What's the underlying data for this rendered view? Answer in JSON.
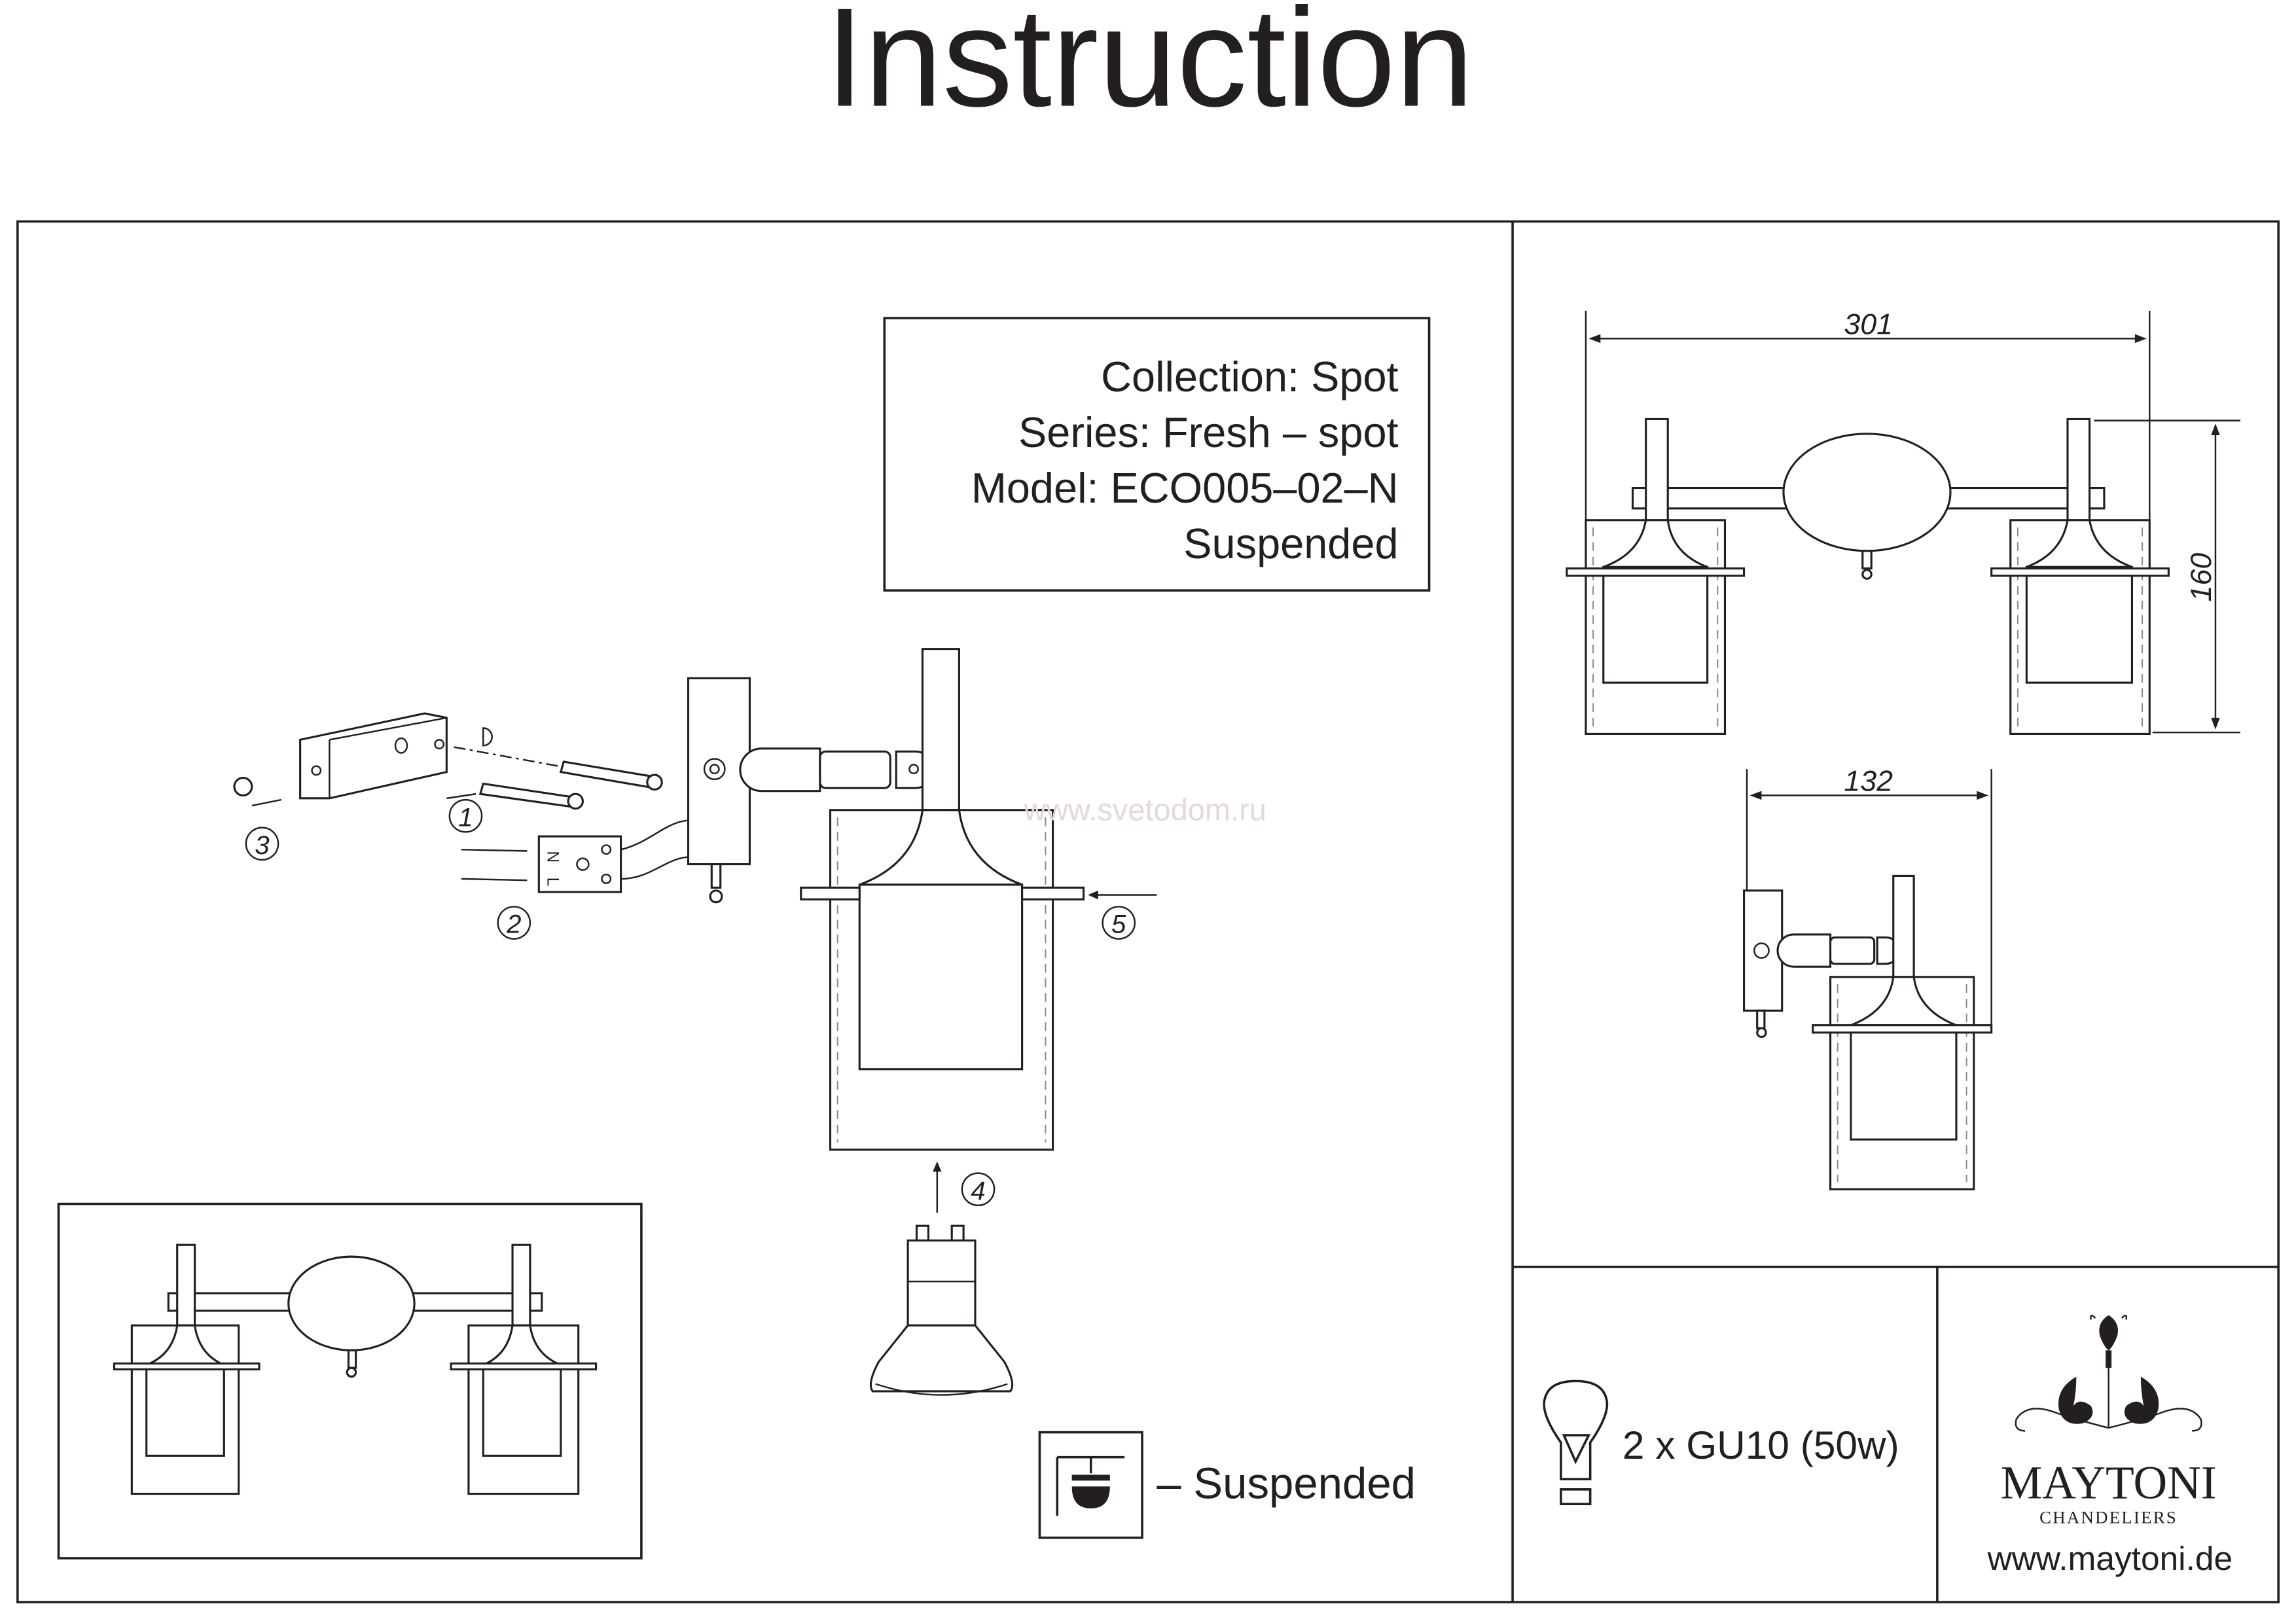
{
  "title": "Instruction",
  "info_box": {
    "collection": "Collection: Spot",
    "series": "Series: Fresh – spot",
    "model": "Model: ECO005–02–N",
    "mount": "Suspended"
  },
  "watermark": "www.svetodom.ru",
  "steps": [
    "1",
    "2",
    "3",
    "4",
    "5"
  ],
  "connector_labels": [
    "N",
    "L"
  ],
  "legend": {
    "icon": "suspended-mount-icon",
    "text": "– Suspended"
  },
  "dimensions": {
    "width_2lamp": "301",
    "height": "160",
    "width_1lamp": "132"
  },
  "bulb_spec": {
    "icon": "light-bulb-icon",
    "text": "2 x GU10 (50w)"
  },
  "brand": {
    "name": "MAYTONI",
    "tagline": "CHANDELIERS",
    "website": "www.maytoni.de"
  }
}
